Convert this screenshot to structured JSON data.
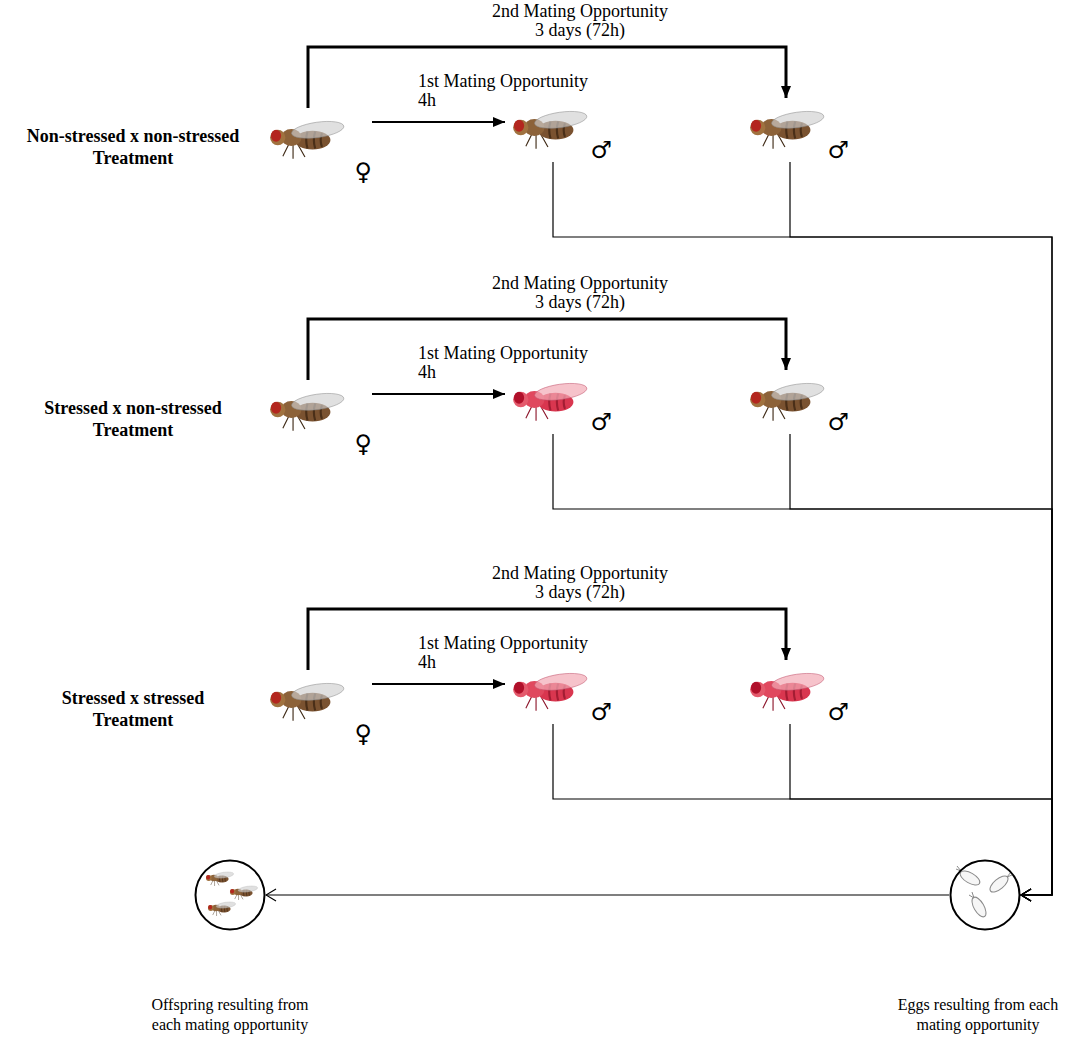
{
  "diagram": {
    "nodes": [
      {
        "text": [
          "♀"
        ]
      },
      {
        "text": [
          "♂"
        ]
      },
      {
        "text": [
          "♂"
        ]
      },
      {
        "text": [
          "♀"
        ]
      },
      {
        "text": [
          "♂"
        ]
      },
      {
        "text": [
          "♂"
        ]
      },
      {
        "text": [
          "♀"
        ]
      },
      {
        "text": [
          "♂"
        ]
      },
      {
        "text": [
          "♂"
        ]
      },
      {
        "text": [
          "Offspring resulting from each mating opportunity"
        ]
      },
      {
        "text": [
          "Eggs resulting from each mating opportunity"
        ]
      }
    ],
    "edges": [
      {
        "from": 0,
        "to": 1,
        "arrow": "to",
        "label": "1st Mating Opportunity 4h"
      },
      {
        "from": 0,
        "to": 2,
        "arrow": "to",
        "label": "2nd Mating Opportunity 3 days (72h)"
      },
      {
        "from": 1,
        "to": 10,
        "arrow": "to"
      },
      {
        "from": 2,
        "to": 10,
        "arrow": "to"
      },
      {
        "from": 3,
        "to": 4,
        "arrow": "to",
        "label": "1st Mating Opportunity 4h"
      },
      {
        "from": 3,
        "to": 5,
        "arrow": "to",
        "label": "2nd Mating Opportunity 3 days (72h)"
      },
      {
        "from": 4,
        "to": 10,
        "arrow": "to"
      },
      {
        "from": 5,
        "to": 10,
        "arrow": "to"
      },
      {
        "from": 6,
        "to": 7,
        "arrow": "to",
        "label": "1st Mating Opportunity 4h"
      },
      {
        "from": 6,
        "to": 8,
        "arrow": "to",
        "label": "2nd Mating Opportunity 3 days (72h)"
      },
      {
        "from": 7,
        "to": 10,
        "arrow": "to"
      },
      {
        "from": 8,
        "to": 10,
        "arrow": "to"
      },
      {
        "from": 10,
        "to": 9,
        "arrow": "to"
      }
    ],
    "labels": [
      "Non-stressed x non-stressed Treatment",
      "Stressed x non-stressed Treatment",
      "Stressed x stressed Treatment"
    ]
  }
}
